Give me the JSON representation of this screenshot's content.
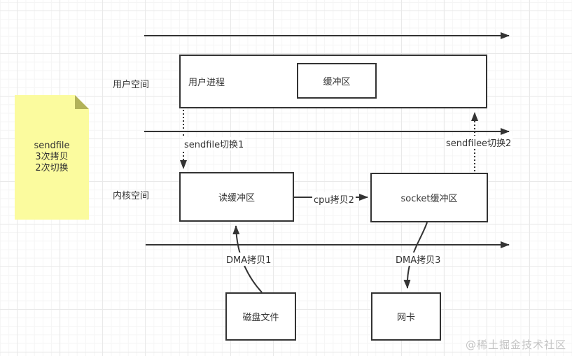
{
  "note": {
    "lines": [
      "sendfile",
      "3次拷贝",
      "2次切换"
    ]
  },
  "regions": {
    "user_space": "用户空间",
    "kernel_space": "内核空间"
  },
  "nodes": {
    "user_process": "用户进程",
    "buffer": "缓冲区",
    "read_buffer": "读缓冲区",
    "socket_buffer": "socket缓冲区",
    "disk_file": "磁盘文件",
    "nic": "网卡"
  },
  "edges": {
    "sendfile_switch_1": "sendfile切换1",
    "sendfile_switch_2": "sendfilee切换2",
    "cpu_copy_2": "cpu拷贝2",
    "dma_copy_1": "DMA拷贝1",
    "dma_copy_3": "DMA拷贝3"
  },
  "watermark": "@稀土掘金技术社区",
  "colors": {
    "line": "#333333",
    "note_bg": "#fbfb9e",
    "note_fold": "#b2b259",
    "box_border": "#333333",
    "watermark": "#c4c4c4"
  }
}
